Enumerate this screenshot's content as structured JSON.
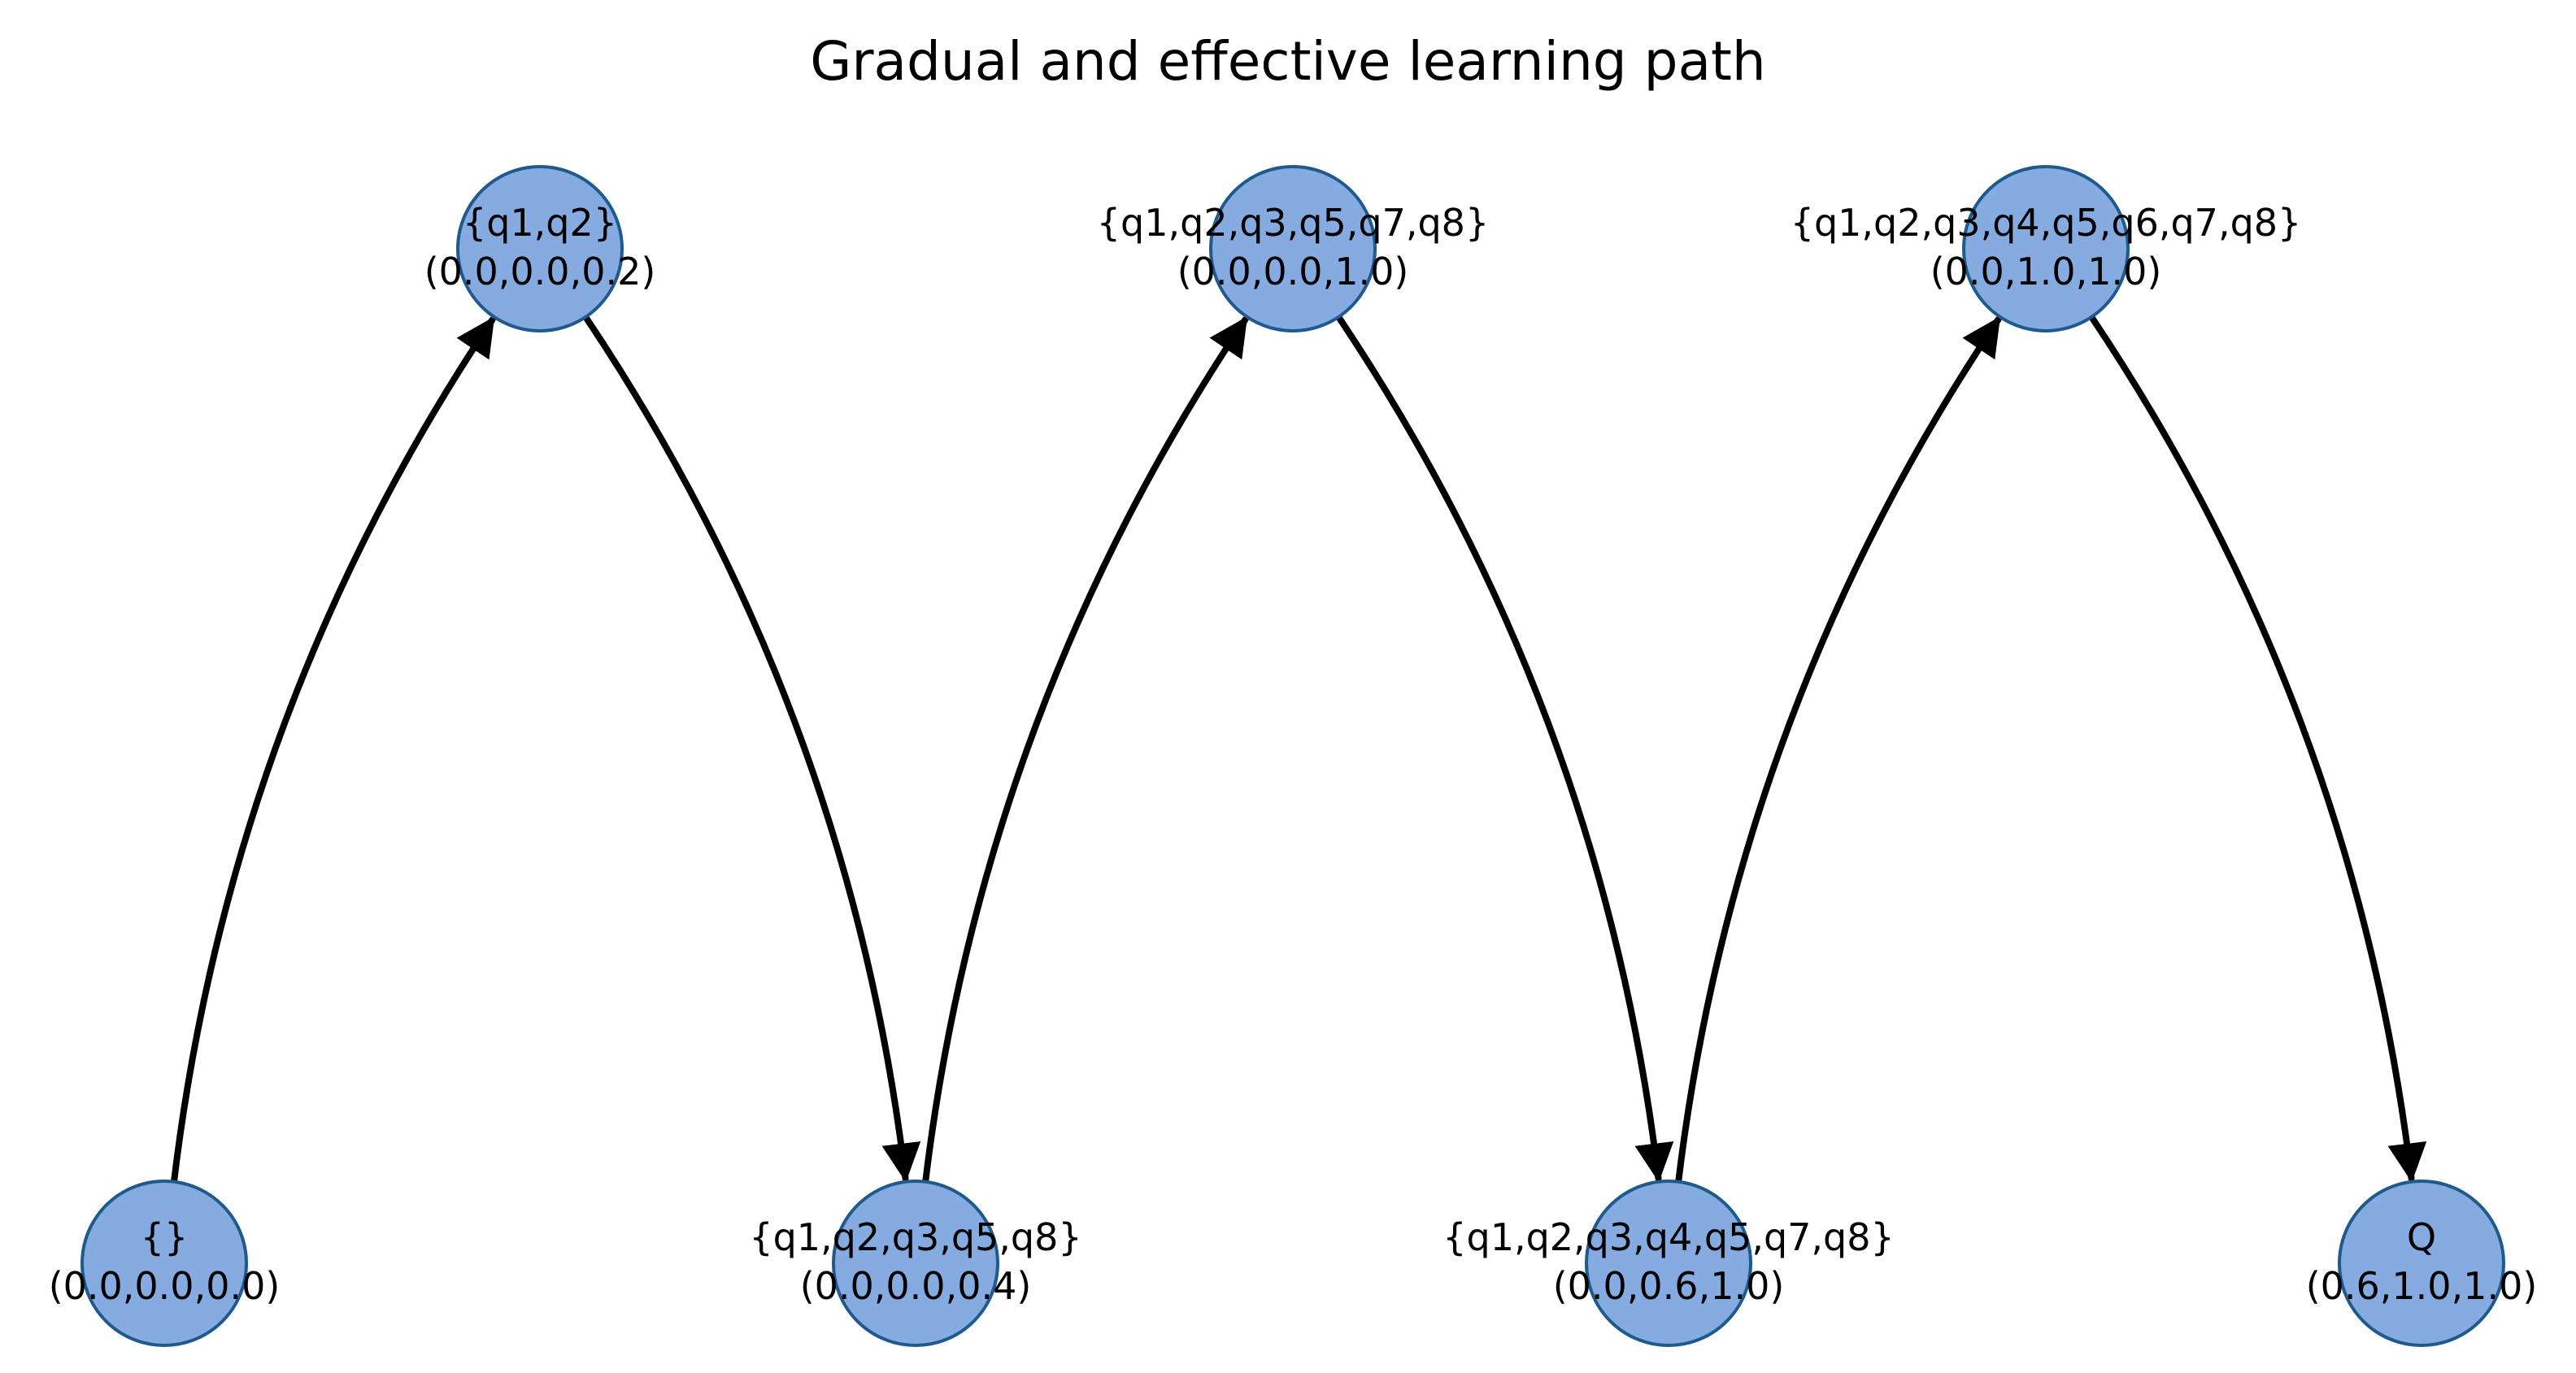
{
  "title": "Gradual and effective learning path",
  "colors": {
    "node_fill": "#86abe0",
    "node_stroke": "#1f5a8f",
    "edge": "#000000",
    "text": "#000000"
  },
  "nodes": [
    {
      "id": "n0",
      "set": "{}",
      "vector": "(0.0,0.0,0.0)"
    },
    {
      "id": "n1",
      "set": "{q1,q2}",
      "vector": "(0.0,0.0,0.2)"
    },
    {
      "id": "n2",
      "set": "{q1,q2,q3,q5,q8}",
      "vector": "(0.0,0.0,0.4)"
    },
    {
      "id": "n3",
      "set": "{q1,q2,q3,q5,q7,q8}",
      "vector": "(0.0,0.0,1.0)"
    },
    {
      "id": "n4",
      "set": "{q1,q2,q3,q4,q5,q7,q8}",
      "vector": "(0.0,0.6,1.0)"
    },
    {
      "id": "n5",
      "set": "{q1,q2,q3,q4,q5,q6,q7,q8}",
      "vector": "(0.0,1.0,1.0)"
    },
    {
      "id": "n6",
      "set": "Q",
      "vector": "(0.6,1.0,1.0)"
    }
  ],
  "edges": [
    {
      "from": "n0",
      "to": "n1"
    },
    {
      "from": "n1",
      "to": "n2"
    },
    {
      "from": "n2",
      "to": "n3"
    },
    {
      "from": "n3",
      "to": "n4"
    },
    {
      "from": "n4",
      "to": "n5"
    },
    {
      "from": "n5",
      "to": "n6"
    }
  ]
}
